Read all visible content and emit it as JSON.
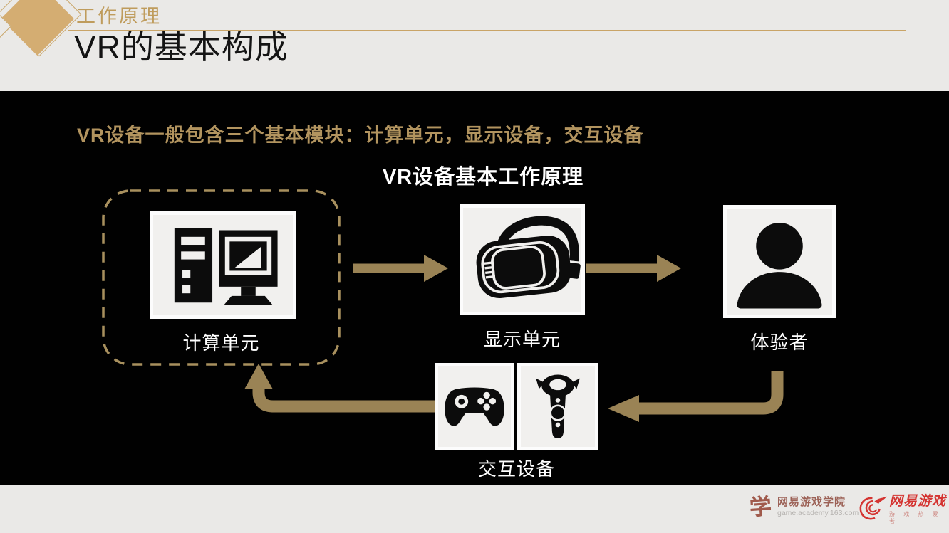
{
  "header": {
    "kicker": "工作原理",
    "title": "VR的基本构成"
  },
  "content": {
    "intro": "VR设备一般包含三个基本模块：计算单元，显示设备，交互设备",
    "diagram_title": "VR设备基本工作原理",
    "nodes": {
      "compute": {
        "label": "计算单元",
        "icon": "computer-icon"
      },
      "display": {
        "label": "显示单元",
        "icon": "vr-headset-icon"
      },
      "user": {
        "label": "体验者",
        "icon": "person-icon"
      },
      "interaction": {
        "label": "交互设备",
        "icons": [
          "gamepad-icon",
          "vr-controller-icon"
        ]
      }
    },
    "flow": [
      "计算单元 → 显示单元",
      "显示单元 → 体验者",
      "体验者 → 交互设备",
      "交互设备 → 计算单元"
    ]
  },
  "footer": {
    "academy": {
      "icon_glyph": "学",
      "name": "网易游戏学院",
      "url": "game.academy.163.com"
    },
    "brand": {
      "name": "网易游戏",
      "tagline": "游 戏 热 爱 者"
    }
  },
  "colors": {
    "header_bg": "#eae9e7",
    "content_bg": "#010101",
    "accent_gold_text": "#b2945f",
    "arrow_gold": "#9a8355",
    "dashed_gold": "#a8905e",
    "diamond_gold": "#d4ad72",
    "brand_red": "#d43431",
    "academy_brown": "#9c6156"
  }
}
